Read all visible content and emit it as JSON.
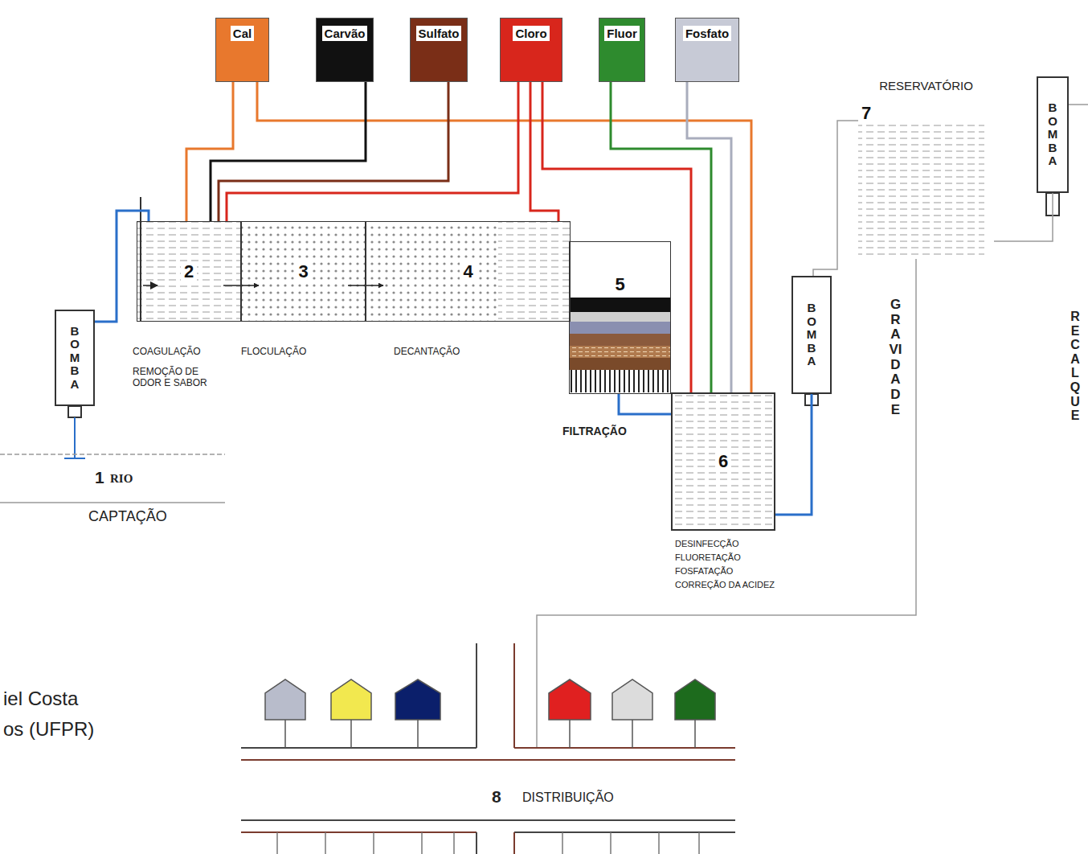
{
  "diagram": {
    "nodes": [
      {
        "text": [
          "Cal"
        ]
      },
      {
        "text": [
          "Carvão"
        ]
      },
      {
        "text": [
          "Sulfato"
        ]
      },
      {
        "text": [
          "Cloro"
        ]
      },
      {
        "text": [
          "Fluor"
        ]
      },
      {
        "text": [
          "Fosfato"
        ]
      },
      {
        "text": [
          "RESERVATÓRIO",
          "7"
        ]
      },
      {
        "text": [
          "BOMBA"
        ]
      },
      {
        "text": [
          "2"
        ]
      },
      {
        "text": [
          "3"
        ]
      },
      {
        "text": [
          "4"
        ]
      },
      {
        "text": [
          "5"
        ]
      },
      {
        "text": [
          "BOMBA"
        ]
      },
      {
        "text": [
          "BOMBA"
        ]
      },
      {
        "text": [
          "6"
        ]
      }
    ],
    "edges": [
      {
        "from": 0,
        "to": 8,
        "arrow": "none"
      },
      {
        "from": 0,
        "to": 14,
        "arrow": "none"
      },
      {
        "from": 1,
        "to": 8,
        "arrow": "none"
      },
      {
        "from": 2,
        "to": 8,
        "arrow": "none"
      },
      {
        "from": 3,
        "to": 8,
        "arrow": "none"
      },
      {
        "from": 3,
        "to": 10,
        "arrow": "none"
      },
      {
        "from": 3,
        "to": 14,
        "arrow": "none"
      },
      {
        "from": 4,
        "to": 14,
        "arrow": "none"
      },
      {
        "from": 5,
        "to": 14,
        "arrow": "none"
      },
      {
        "from": 12,
        "to": 8,
        "arrow": "none"
      },
      {
        "from": 8,
        "to": 9,
        "arrow": "to"
      },
      {
        "from": 9,
        "to": 10,
        "arrow": "to"
      },
      {
        "from": 11,
        "to": 14,
        "arrow": "none"
      },
      {
        "from": 14,
        "to": 13,
        "arrow": "none"
      },
      {
        "from": 13,
        "to": 6,
        "arrow": "none"
      },
      {
        "from": 6,
        "to": 7,
        "arrow": "none"
      }
    ],
    "labels": [
      "COAGULAÇÃO",
      "FLOCULAÇÃO",
      "DECANTAÇÃO",
      "REMOÇÃO DE ODOR E SABOR",
      "FILTRAÇÃO",
      "DESINFECÇÃO",
      "FLUORETAÇÃO",
      "FOSFATAÇÃO",
      "CORREÇÃO DA ACIDEZ",
      "1",
      "RIO",
      "CAPTAÇÃO",
      "GRAVIDADE",
      "RECALQUE",
      "8",
      "DISTRIBUIÇÃO",
      "iel Costa",
      "os (UFPR)"
    ]
  }
}
